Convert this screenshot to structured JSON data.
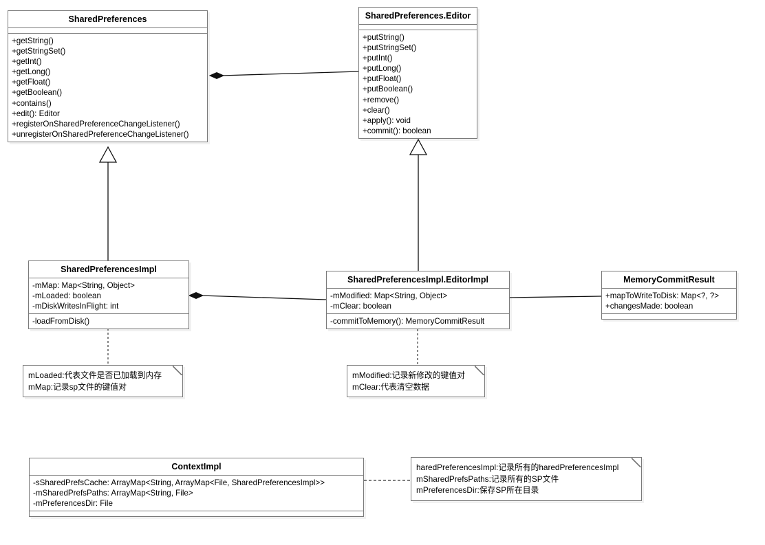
{
  "diagram": {
    "title": "SharedPreferences UML class diagram",
    "type": "uml-class-diagram",
    "background_color": "#ffffff",
    "border_color": "#7a7a7a",
    "text_color": "#000000"
  },
  "classes": [
    {
      "id": "shared-preferences",
      "name": "SharedPreferences",
      "attributes": [],
      "operations": [
        "+getString()",
        "+getStringSet()",
        "+getInt()",
        "+getLong()",
        "+getFloat()",
        "+getBoolean()",
        "+contains()",
        "+edit(): Editor",
        "+registerOnSharedPreferenceChangeListener()",
        "+unregisterOnSharedPreferenceChangeListener()"
      ]
    },
    {
      "id": "shared-preferences-editor",
      "name": "SharedPreferences.Editor",
      "attributes": [],
      "operations": [
        "+putString()",
        "+putStringSet()",
        "+putInt()",
        "+putLong()",
        "+putFloat()",
        "+putBoolean()",
        "+remove()",
        "+clear()",
        "+apply(): void",
        "+commit(): boolean"
      ]
    },
    {
      "id": "shared-preferences-impl",
      "name": "SharedPreferencesImpl",
      "attributes": [
        "-mMap: Map<String, Object>",
        "-mLoaded: boolean",
        "-mDiskWritesInFlight: int"
      ],
      "operations": [
        "-loadFromDisk()"
      ]
    },
    {
      "id": "editor-impl",
      "name": "SharedPreferencesImpl.EditorImpl",
      "attributes": [
        "-mModified: Map<String, Object>",
        "-mClear: boolean"
      ],
      "operations": [
        "-commitToMemory(): MemoryCommitResult"
      ]
    },
    {
      "id": "memory-commit-result",
      "name": "MemoryCommitResult",
      "attributes": [
        "+mapToWriteToDisk: Map<?, ?>",
        "+changesMade: boolean"
      ],
      "operations": []
    },
    {
      "id": "context-impl",
      "name": "ContextImpl",
      "attributes": [
        "-sSharedPrefsCache: ArrayMap<String, ArrayMap<File, SharedPreferencesImpl>>",
        "-mSharedPrefsPaths: ArrayMap<String, File>",
        "-mPreferencesDir: File"
      ],
      "operations": []
    }
  ],
  "notes": [
    {
      "id": "note-shared-preferences-impl",
      "lines": [
        "mLoaded:代表文件是否已加载到内存",
        "mMap:记录sp文件的键值对"
      ]
    },
    {
      "id": "note-editor-impl",
      "lines": [
        "mModified:记录新修改的键值对",
        "mClear:代表清空数据"
      ]
    },
    {
      "id": "note-context-impl",
      "lines": [
        "haredPreferencesImpl:记录所有的haredPreferencesImpl",
        "mSharedPrefsPaths:记录所有的SP文件",
        "mPreferencesDir:保存SP所在目录"
      ]
    }
  ],
  "relationships": [
    {
      "id": "rel-sp-composes-editor",
      "type": "composition",
      "from": "shared-preferences",
      "to": "shared-preferences-editor",
      "marker": "filled-diamond"
    },
    {
      "id": "rel-spimpl-realizes-sp",
      "type": "generalization",
      "from": "shared-preferences-impl",
      "to": "shared-preferences",
      "marker": "hollow-triangle"
    },
    {
      "id": "rel-editorimpl-realizes-editor",
      "type": "generalization",
      "from": "editor-impl",
      "to": "shared-preferences-editor",
      "marker": "hollow-triangle"
    },
    {
      "id": "rel-spimpl-composes-editorimpl",
      "type": "composition",
      "from": "shared-preferences-impl",
      "to": "editor-impl",
      "marker": "filled-diamond"
    },
    {
      "id": "rel-editorimpl-association-mcr",
      "type": "association",
      "from": "editor-impl",
      "to": "memory-commit-result",
      "marker": "none"
    },
    {
      "id": "rel-note-spimpl",
      "type": "note-anchor",
      "from": "note-shared-preferences-impl",
      "to": "shared-preferences-impl",
      "marker": "dashed"
    },
    {
      "id": "rel-note-editorimpl",
      "type": "note-anchor",
      "from": "note-editor-impl",
      "to": "editor-impl",
      "marker": "dashed"
    },
    {
      "id": "rel-note-contextimpl",
      "type": "note-anchor",
      "from": "note-context-impl",
      "to": "context-impl",
      "marker": "dashed"
    }
  ]
}
